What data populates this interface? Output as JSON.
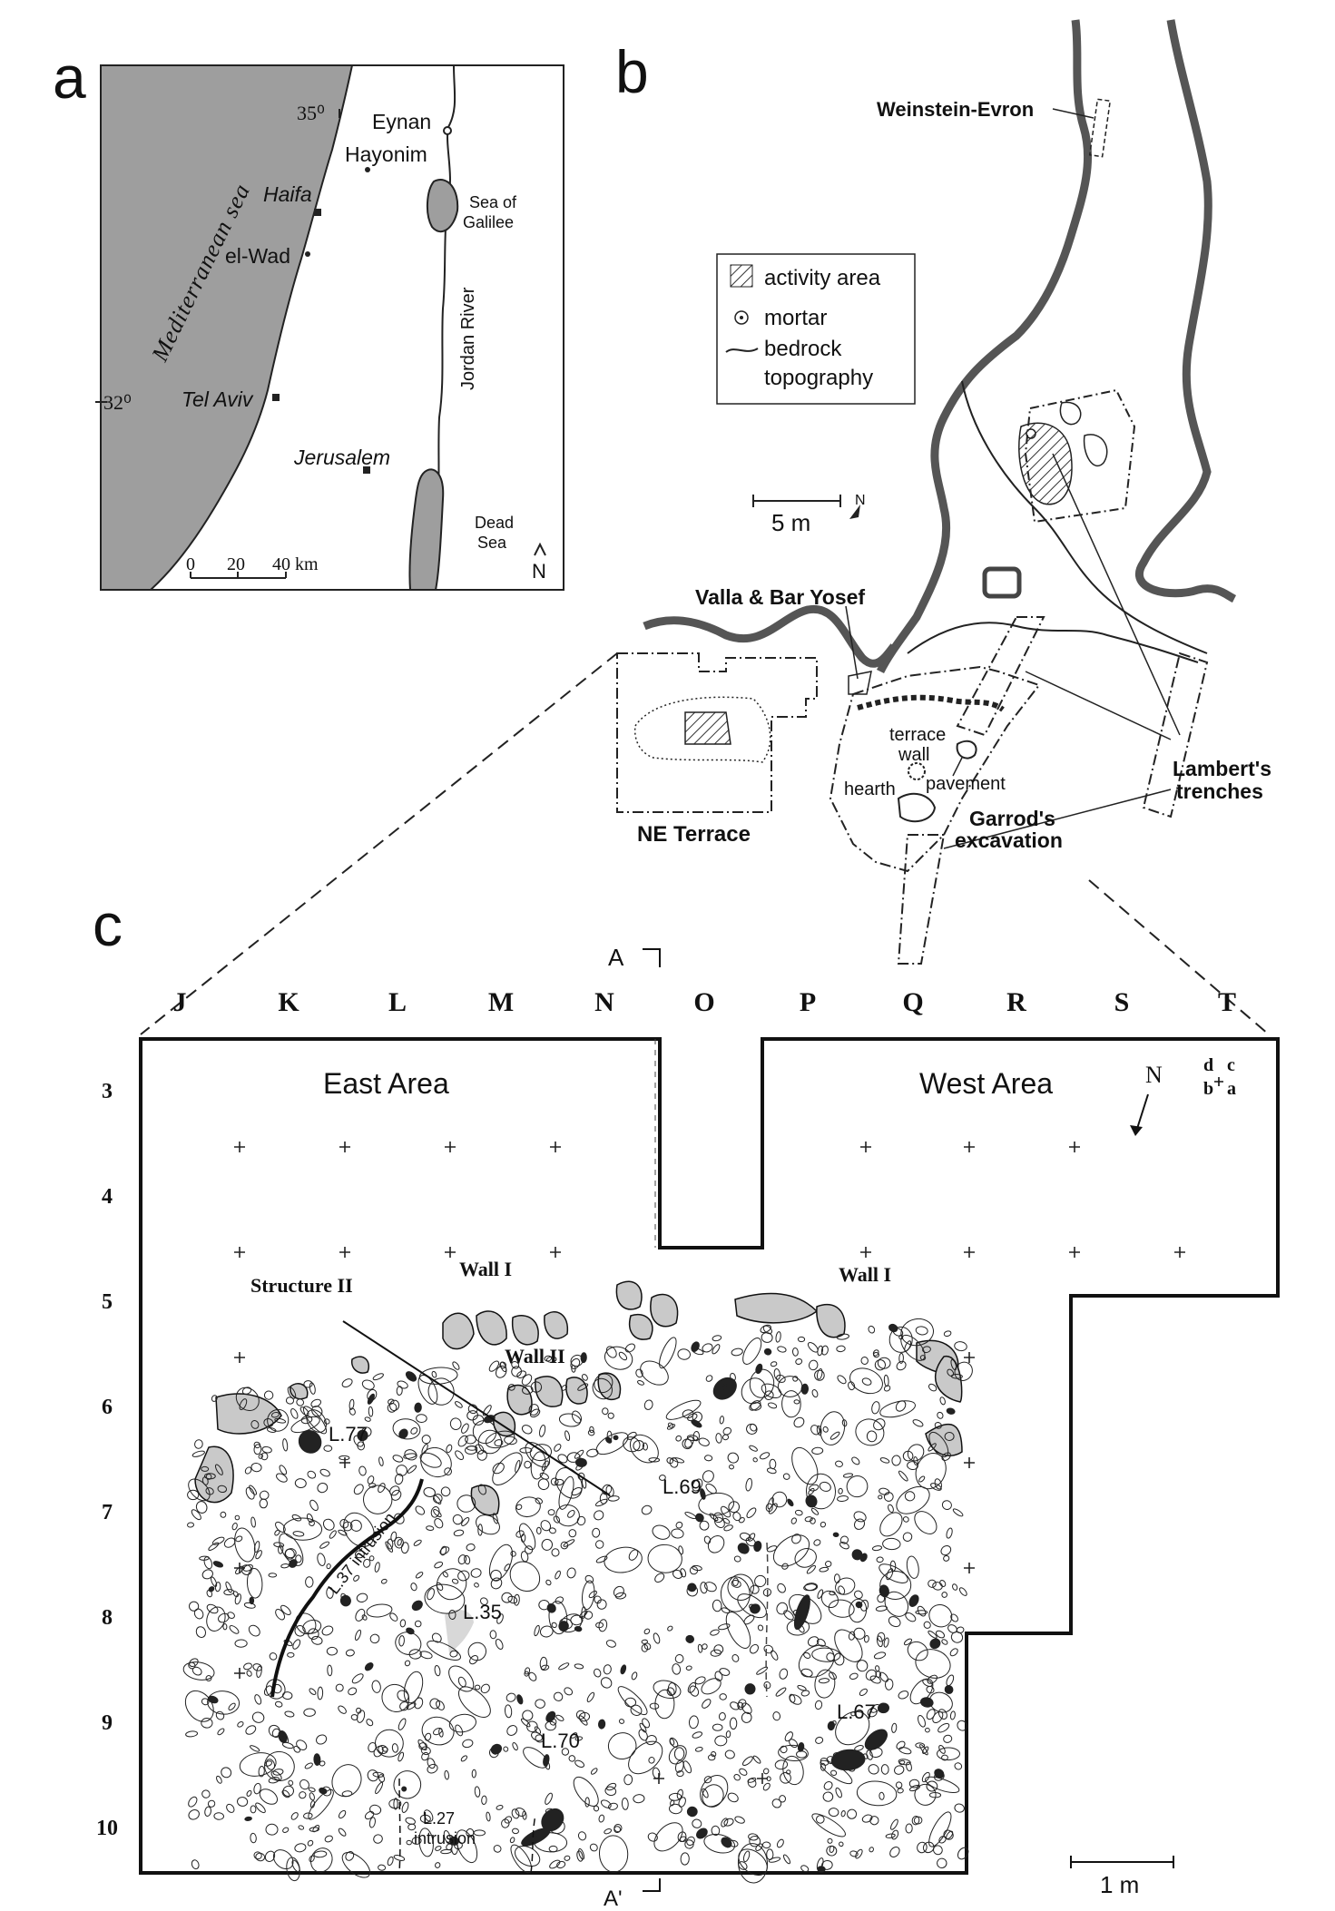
{
  "panel_letters": {
    "a": "a",
    "b": "b",
    "c": "c"
  },
  "panel_a": {
    "sea_label": "Mediterranean sea",
    "lon_label": "35⁰",
    "lat_label": "32⁰",
    "places": {
      "eynan": "Eynan",
      "hayonim": "Hayonim",
      "haifa": "Haifa",
      "el_wad": "el-Wad",
      "tel_aviv": "Tel Aviv",
      "jerusalem": "Jerusalem",
      "sea_of_galilee_1": "Sea of",
      "sea_of_galilee_2": "Galilee",
      "dead_sea_1": "Dead",
      "dead_sea_2": "Sea",
      "jordan_river": "Jordan River"
    },
    "scale": {
      "t0": "0",
      "t1": "20",
      "t2": "40 km"
    },
    "north": "N"
  },
  "panel_b": {
    "legend": {
      "activity": "activity area",
      "mortar": "mortar",
      "bedrock_1": "bedrock",
      "bedrock_2": "topography"
    },
    "scale": "5 m",
    "north": "N",
    "labels": {
      "weinstein": "Weinstein-Evron",
      "valla": "Valla & Bar Yosef",
      "ne_terrace": "NE Terrace",
      "terrace_wall_1": "terrace",
      "terrace_wall_2": "wall",
      "pavement": "pavement",
      "hearth": "hearth",
      "garrod_1": "Garrod's",
      "garrod_2": "excavation",
      "lambert_1": "Lambert's",
      "lambert_2": "trenches"
    }
  },
  "panel_c": {
    "columns": [
      "J",
      "K",
      "L",
      "M",
      "N",
      "O",
      "P",
      "Q",
      "R",
      "S",
      "T"
    ],
    "rows": [
      "3",
      "4",
      "5",
      "6",
      "7",
      "8",
      "9",
      "10"
    ],
    "section_top": "A",
    "section_bottom": "A'",
    "areas": {
      "east": "East Area",
      "west": "West Area"
    },
    "north": "N",
    "quadrants": {
      "d": "d",
      "c": "c",
      "b": "b",
      "a": "a"
    },
    "labels": {
      "wall1_left": "Wall I",
      "wall1_right": "Wall I",
      "structure2": "Structure II",
      "wall2": "Wall II",
      "l77": "L.77",
      "l69": "L.69",
      "l37": "L.37 intrusion",
      "l35": "L.35",
      "l70": "L.70",
      "l67": "L.67",
      "l27_1": "L.27",
      "l27_2": "intrusion"
    },
    "scale": "1 m"
  }
}
